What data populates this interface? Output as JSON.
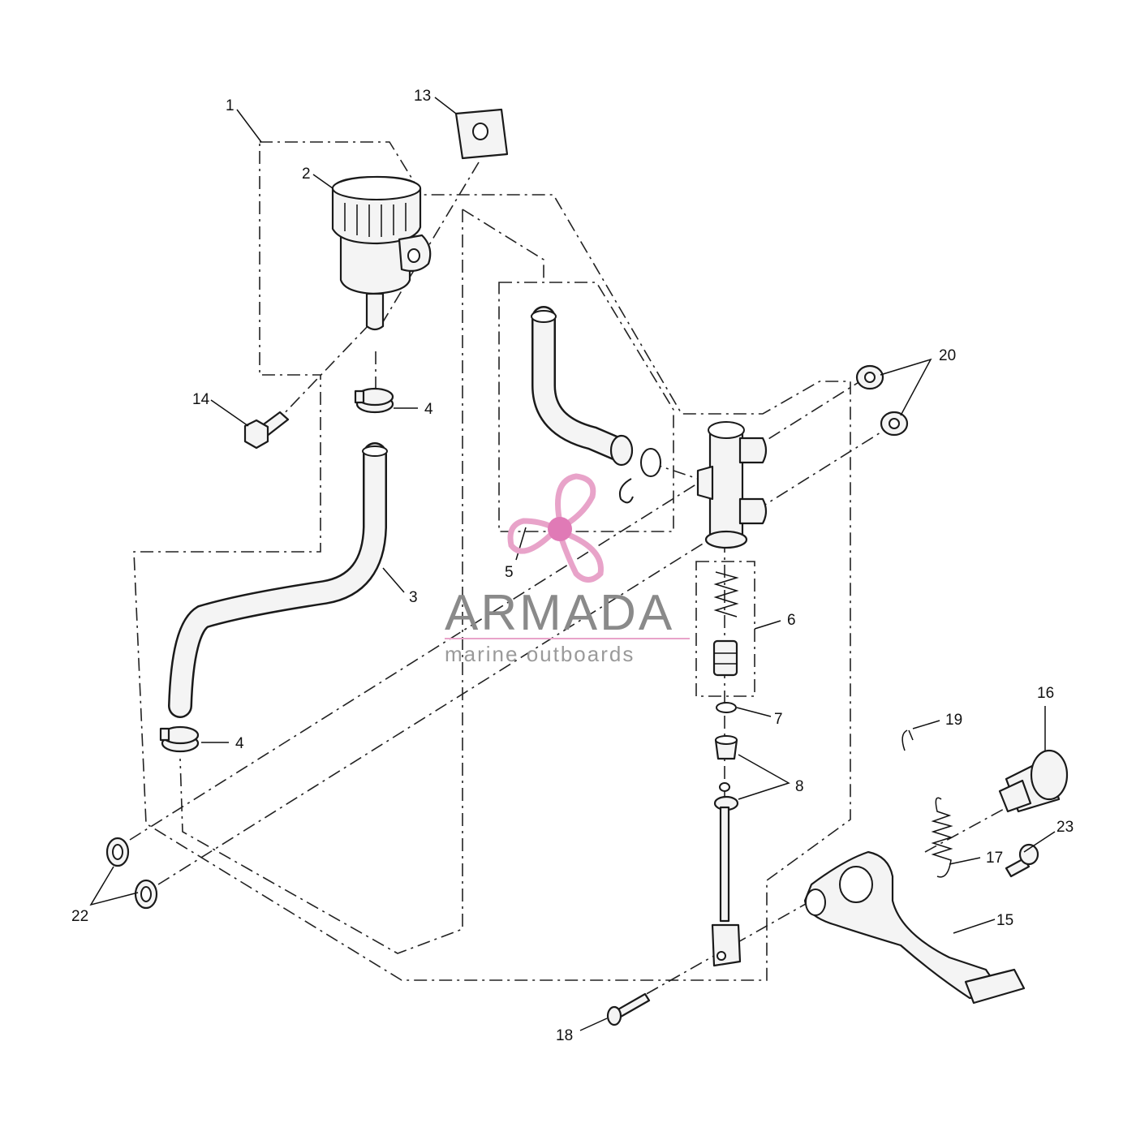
{
  "callouts": {
    "c1": "1",
    "c2": "2",
    "c3": "3",
    "c4a": "4",
    "c4b": "4",
    "c5": "5",
    "c6": "6",
    "c7": "7",
    "c8": "8",
    "c13": "13",
    "c14": "14",
    "c15": "15",
    "c16": "16",
    "c17": "17",
    "c18": "18",
    "c19": "19",
    "c20": "20",
    "c22": "22",
    "c23": "23"
  },
  "watermark": {
    "brand": "ARMADA",
    "tagline": "marine outboards",
    "propeller_color": "#e8a3c9",
    "hub_color": "#e07ab6",
    "underline_color": "#e8a3c9",
    "icon": "propeller-icon"
  }
}
